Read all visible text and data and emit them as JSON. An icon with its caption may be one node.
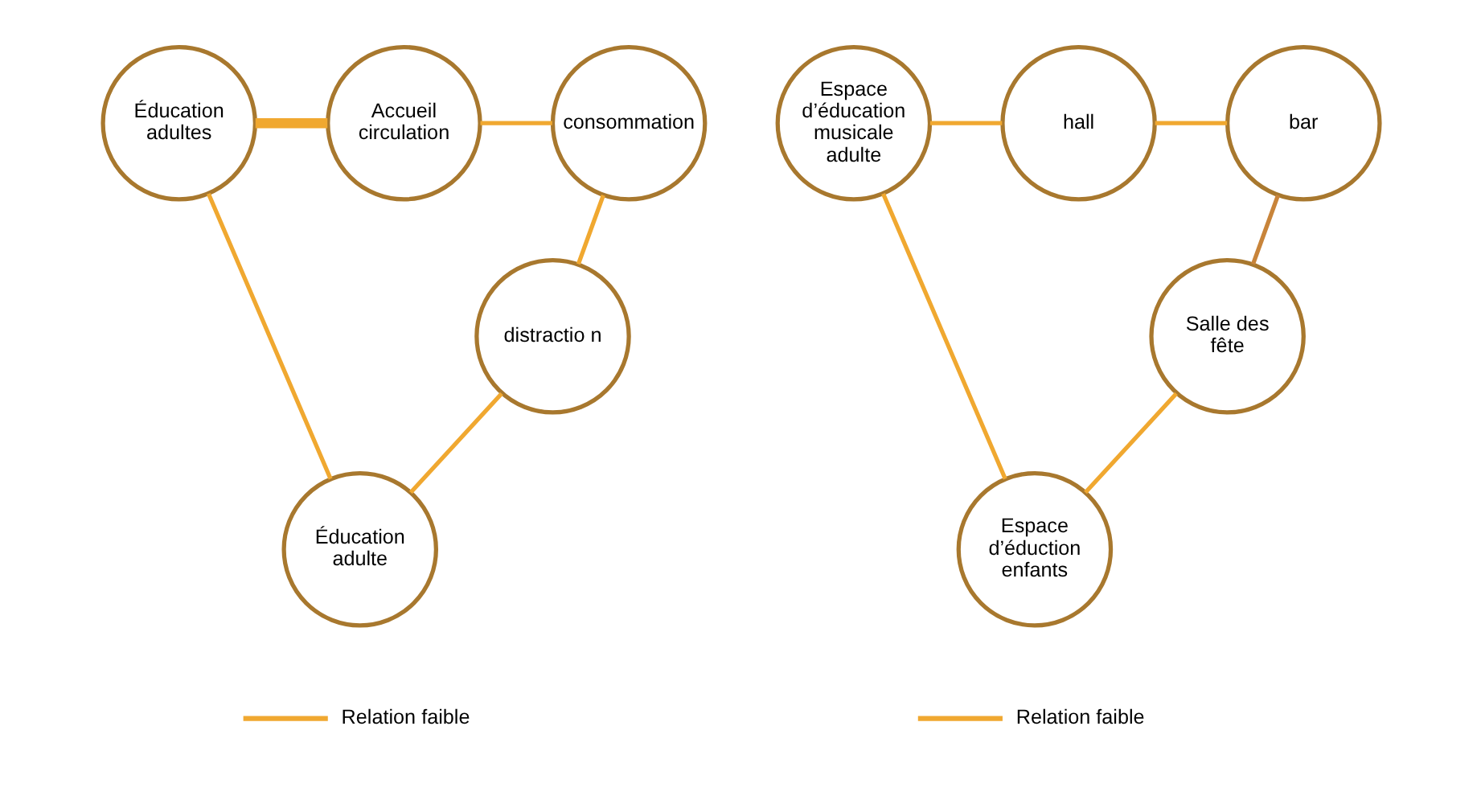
{
  "diagram": {
    "nodes": [
      {
        "text": [
          "Éducation adultes"
        ]
      },
      {
        "text": [
          "Accueil circulation"
        ]
      },
      {
        "text": [
          "consommation"
        ]
      },
      {
        "text": [
          "distractio n"
        ]
      },
      {
        "text": [
          "Éducation adulte"
        ]
      },
      {
        "text": [
          "Espace d’éducation musicale adulte"
        ]
      },
      {
        "text": [
          "hall"
        ]
      },
      {
        "text": [
          "bar"
        ]
      },
      {
        "text": [
          "Salle des fête"
        ]
      },
      {
        "text": [
          "Espace d’éduction enfants"
        ]
      }
    ],
    "edges": [
      {
        "from": 0,
        "to": 1,
        "arrow": "none",
        "style": "thick"
      },
      {
        "from": 1,
        "to": 2,
        "arrow": "none"
      },
      {
        "from": 2,
        "to": 3,
        "arrow": "none"
      },
      {
        "from": 3,
        "to": 4,
        "arrow": "none"
      },
      {
        "from": 4,
        "to": 0,
        "arrow": "none"
      },
      {
        "from": 5,
        "to": 6,
        "arrow": "none"
      },
      {
        "from": 6,
        "to": 7,
        "arrow": "none"
      },
      {
        "from": 7,
        "to": 8,
        "arrow": "none",
        "color": "#c8843a"
      },
      {
        "from": 8,
        "to": 9,
        "arrow": "none"
      },
      {
        "from": 9,
        "to": 5,
        "arrow": "none"
      }
    ],
    "legend": [
      {
        "text": "Relation faible"
      },
      {
        "text": "Relation faible"
      }
    ]
  }
}
